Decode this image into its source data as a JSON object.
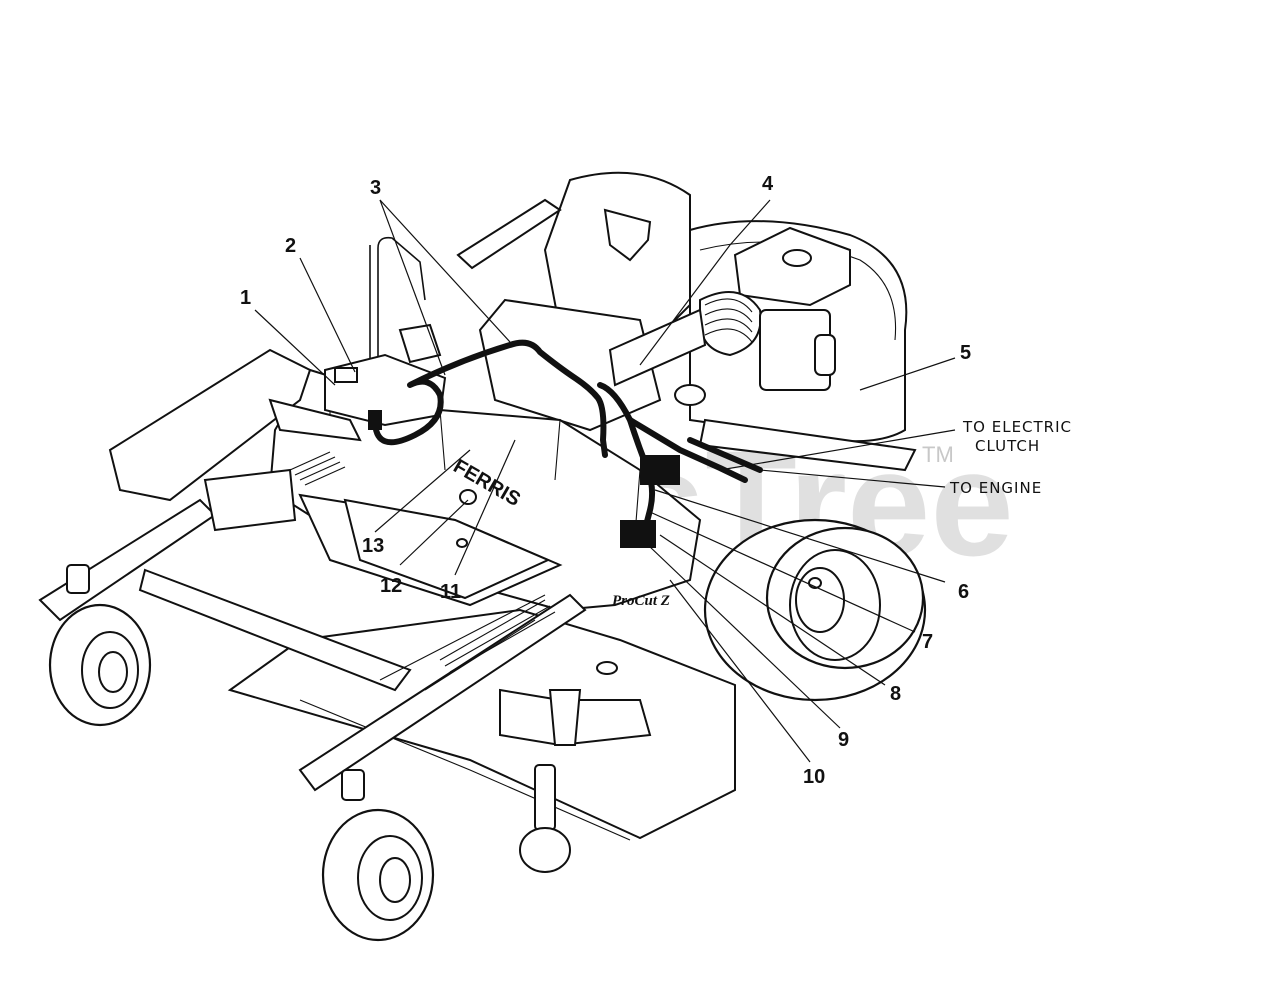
{
  "diagram": {
    "watermark": "PartsTree",
    "watermark_tm": "TM",
    "brand_label": "FERRIS",
    "model_label": "ProCut Z",
    "callouts": [
      "1",
      "2",
      "3",
      "4",
      "5",
      "6",
      "7",
      "8",
      "9",
      "10",
      "11",
      "12",
      "13"
    ],
    "notes": {
      "electric_clutch_line1": "TO ELECTRIC",
      "electric_clutch_line2": "CLUTCH",
      "engine": "TO ENGINE"
    }
  }
}
